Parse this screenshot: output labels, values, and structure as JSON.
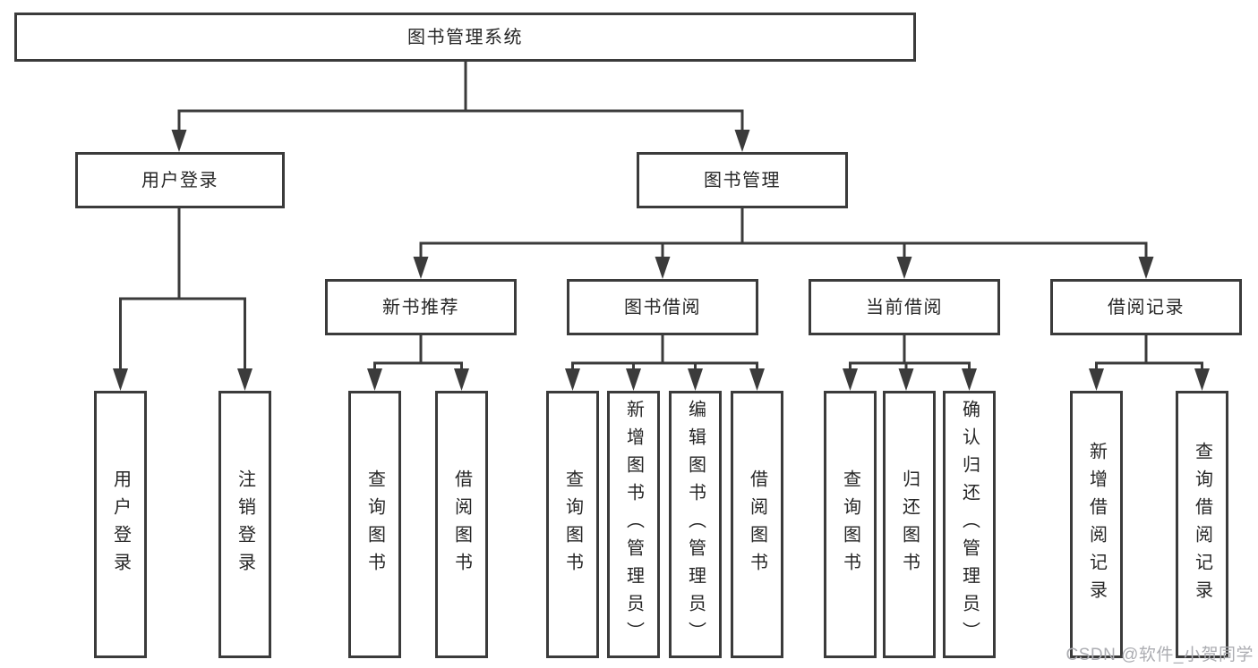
{
  "diagram": {
    "root": {
      "label": "图书管理系统"
    },
    "level2": [
      {
        "label": "用户登录"
      },
      {
        "label": "图书管理"
      }
    ],
    "level3": [
      {
        "label": "新书推荐",
        "parent": "图书管理"
      },
      {
        "label": "图书借阅",
        "parent": "图书管理"
      },
      {
        "label": "当前借阅",
        "parent": "图书管理"
      },
      {
        "label": "借阅记录",
        "parent": "图书管理"
      }
    ],
    "leaves": [
      {
        "label": "用户登录",
        "parent": "用户登录"
      },
      {
        "label": "注销登录",
        "parent": "用户登录"
      },
      {
        "label": "查询图书",
        "parent": "新书推荐"
      },
      {
        "label": "借阅图书",
        "parent": "新书推荐"
      },
      {
        "label": "查询图书",
        "parent": "图书借阅"
      },
      {
        "label": "新增图书（管理员）",
        "parent": "图书借阅"
      },
      {
        "label": "编辑图书（管理员）",
        "parent": "图书借阅"
      },
      {
        "label": "借阅图书",
        "parent": "图书借阅"
      },
      {
        "label": "查询图书",
        "parent": "当前借阅"
      },
      {
        "label": "归还图书",
        "parent": "当前借阅"
      },
      {
        "label": "确认归还（管理员）",
        "parent": "当前借阅"
      },
      {
        "label": "新增借阅记录",
        "parent": "借阅记录"
      },
      {
        "label": "查询借阅记录",
        "parent": "借阅记录"
      }
    ]
  },
  "watermark": {
    "text": "CSDN @软件_小贺同学"
  },
  "colors": {
    "line": "#3b3b3b",
    "text": "#262626",
    "watermark": "#acadb2",
    "background": "#ffffff"
  }
}
